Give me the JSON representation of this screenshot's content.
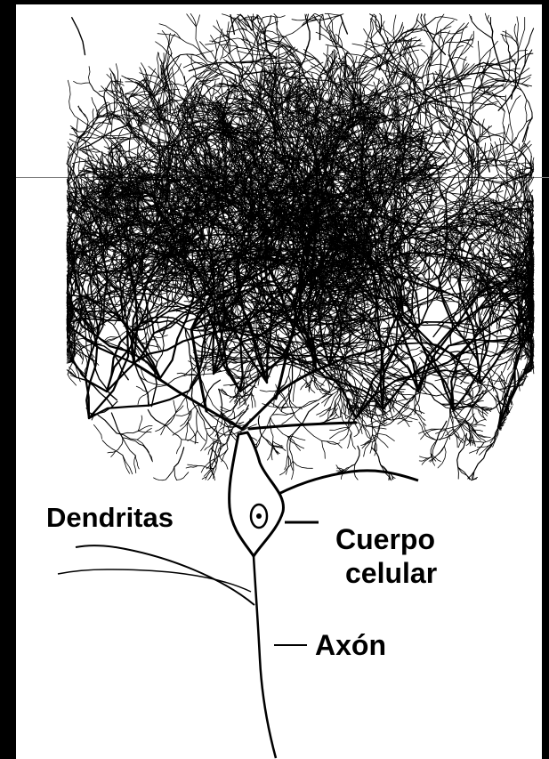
{
  "labels": {
    "dendritas": "Dendritas",
    "cuerpo_line1": "Cuerpo",
    "cuerpo_line2": "celular",
    "axon": "Axón"
  },
  "colors": {
    "background": "#000000",
    "panel": "#ffffff",
    "ink": "#000000",
    "divider": "#7d7d7d"
  }
}
